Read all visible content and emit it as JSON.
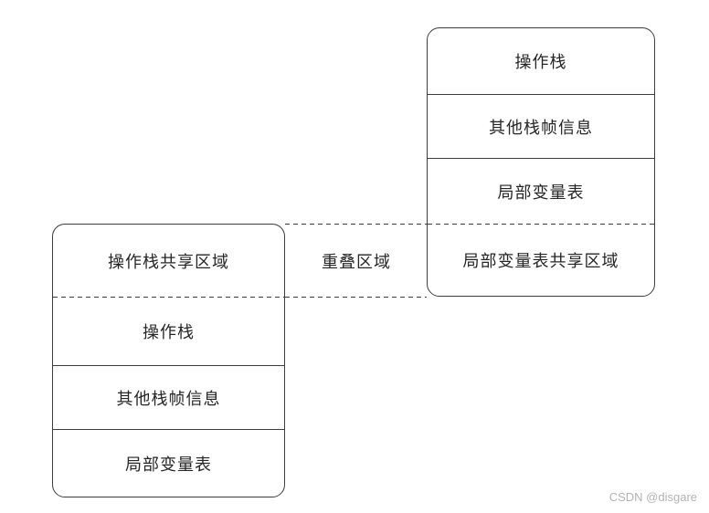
{
  "diagram": {
    "background_color": "#ffffff",
    "line_color": "#3d3d3d",
    "text_color": "#262626",
    "upper_frame": {
      "rows": [
        {
          "label": "操作栈"
        },
        {
          "label": "其他栈帧信息"
        },
        {
          "label": "局部变量表"
        },
        {
          "label": "局部变量表共享区域"
        }
      ]
    },
    "lower_frame": {
      "rows": [
        {
          "label": "操作栈共享区域"
        },
        {
          "label": "操作栈"
        },
        {
          "label": "其他栈帧信息"
        },
        {
          "label": "局部变量表"
        }
      ]
    },
    "overlap": {
      "label": "重叠区域"
    },
    "watermark": {
      "text": "CSDN @disgare",
      "color": "#b3b3b3"
    }
  }
}
